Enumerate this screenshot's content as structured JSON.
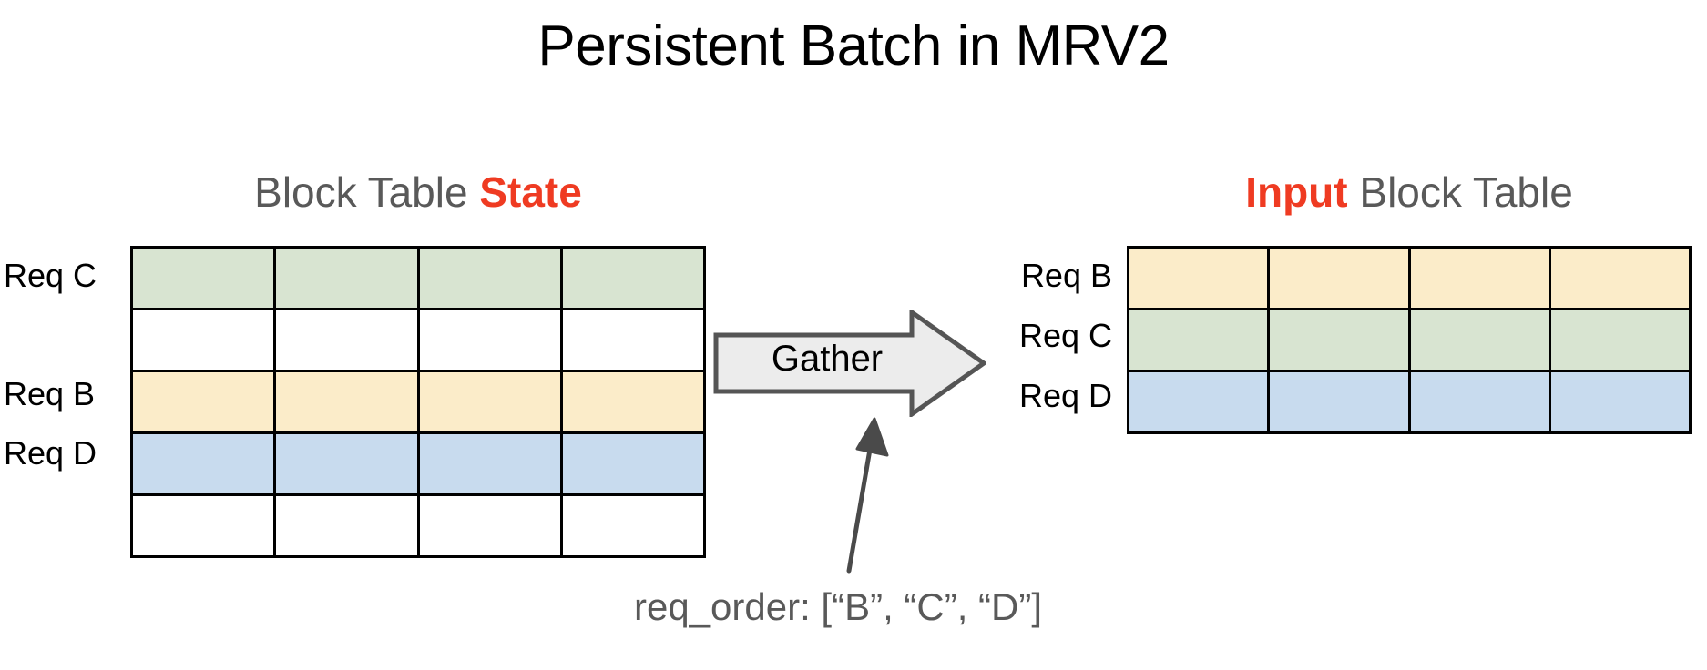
{
  "title": "Persistent Batch in MRV2",
  "colors": {
    "accent_red": "#ef3b22",
    "heading_gray": "#595959",
    "green_cell": "#d8e4d1",
    "yellow_cell": "#fbecc9",
    "blue_cell": "#c8dbee",
    "white_cell": "#ffffff",
    "grid_line": "#000000",
    "arrow_fill": "#ececec",
    "arrow_stroke": "#555555"
  },
  "left_panel": {
    "heading": {
      "prefix": "Block Table ",
      "accent": "State"
    },
    "table": {
      "columns": 4,
      "rows": [
        {
          "label": "Req C",
          "color": "green",
          "fill": "#d8e4d1"
        },
        {
          "label": "",
          "color": "white",
          "fill": "#ffffff"
        },
        {
          "label": "Req B",
          "color": "yellow",
          "fill": "#fbecc9"
        },
        {
          "label": "Req D",
          "color": "blue",
          "fill": "#c8dbee"
        },
        {
          "label": "",
          "color": "white",
          "fill": "#ffffff"
        }
      ]
    }
  },
  "right_panel": {
    "heading": {
      "accent": "Input",
      "suffix": " Block Table"
    },
    "table": {
      "columns": 4,
      "rows": [
        {
          "label": "Req B",
          "color": "yellow",
          "fill": "#fbecc9"
        },
        {
          "label": "Req C",
          "color": "green",
          "fill": "#d8e4d1"
        },
        {
          "label": "Req D",
          "color": "blue",
          "fill": "#c8dbee"
        }
      ]
    }
  },
  "gather": {
    "label": "Gather",
    "icon": "block-arrow-right-icon"
  },
  "caption": {
    "text": "req_order: [“B”, “C”, “D”]",
    "pointer_icon": "arrow-up-right-icon"
  }
}
